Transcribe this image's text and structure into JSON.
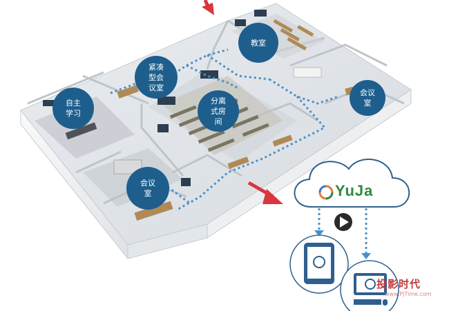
{
  "rooms": {
    "self_study": "自主\n学习",
    "compact_meeting": "紧凑\n型会\n议室",
    "classroom": "教室",
    "divisible_room": "分离\n式房\n间",
    "meeting_right": "会议\n室",
    "meeting_bottom": "会议\n室"
  },
  "cloud": {
    "brand": "YuJa"
  },
  "watermark": {
    "title": "投影时代",
    "url": "www.PjTime.com"
  },
  "colors": {
    "bubble": "#1d5e8c",
    "dashed_link": "#4a90c8",
    "arrow": "#d9363e",
    "cloud_outline": "#2f5f8f",
    "brand_text": "#2f8a3a"
  },
  "icons": {
    "play": "play-icon",
    "tablet": "tablet-icon",
    "desktop": "desktop-computer-icon",
    "yuja_logo": "yuja-logo-icon"
  }
}
